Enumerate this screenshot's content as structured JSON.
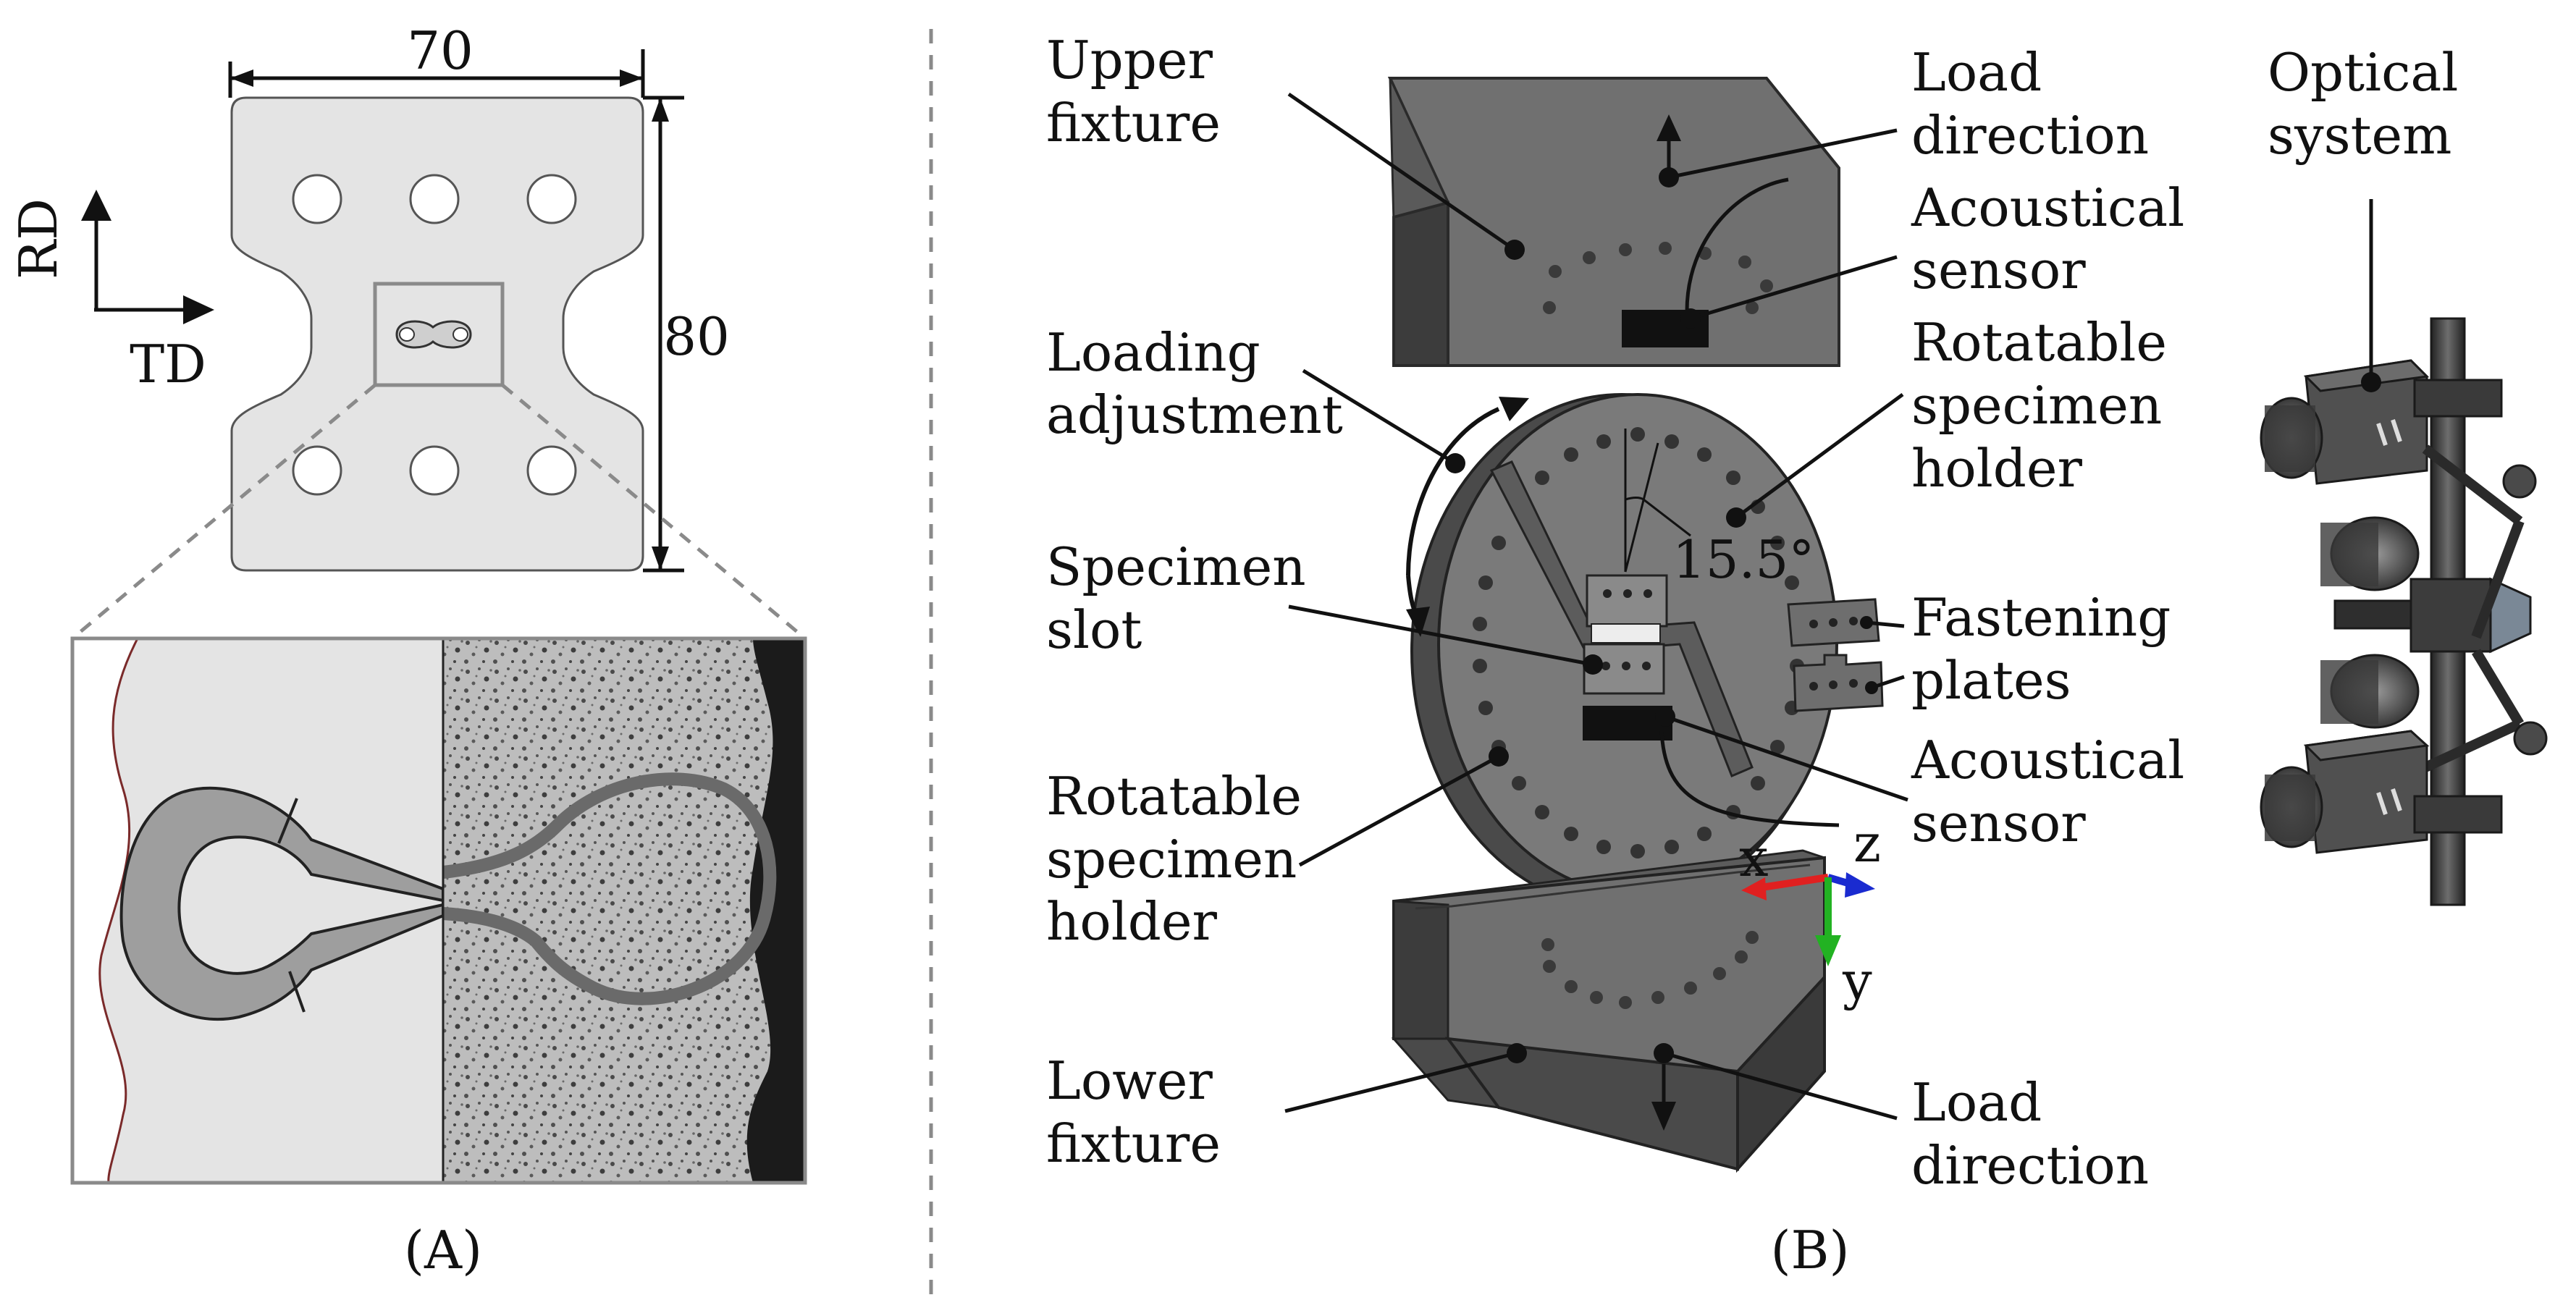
{
  "panel_a": {
    "caption": "(A)",
    "dim_width": "70",
    "dim_height": "80",
    "axis_rd": "RD",
    "axis_td": "TD"
  },
  "panel_b": {
    "caption": "(B)",
    "labels": {
      "upper_fixture_1": "Upper",
      "upper_fixture_2": "fixture",
      "load_dir_top_1": "Load",
      "load_dir_top_2": "direction",
      "acoustic_top_1": "Acoustical",
      "acoustic_top_2": "sensor",
      "rot_holder_r_1": "Rotatable",
      "rot_holder_r_2": "specimen",
      "rot_holder_r_3": "holder",
      "loading_adj_1": "Loading",
      "loading_adj_2": "adjustment",
      "spec_slot_1": "Specimen",
      "spec_slot_2": "slot",
      "fastening_1": "Fastening",
      "fastening_2": "plates",
      "acoustic_bot_1": "Acoustical",
      "acoustic_bot_2": "sensor",
      "rot_holder_l_1": "Rotatable",
      "rot_holder_l_2": "specimen",
      "rot_holder_l_3": "holder",
      "lower_fixture_1": "Lower",
      "lower_fixture_2": "fixture",
      "load_dir_bot_1": "Load",
      "load_dir_bot_2": "direction",
      "optical_1": "Optical",
      "optical_2": "system"
    },
    "angle": "15.5°",
    "axes": {
      "x": "x",
      "y": "y",
      "z": "z"
    },
    "axis_colors": {
      "x": "#e02020",
      "y": "#22b222",
      "z": "#1a2bd0"
    }
  }
}
